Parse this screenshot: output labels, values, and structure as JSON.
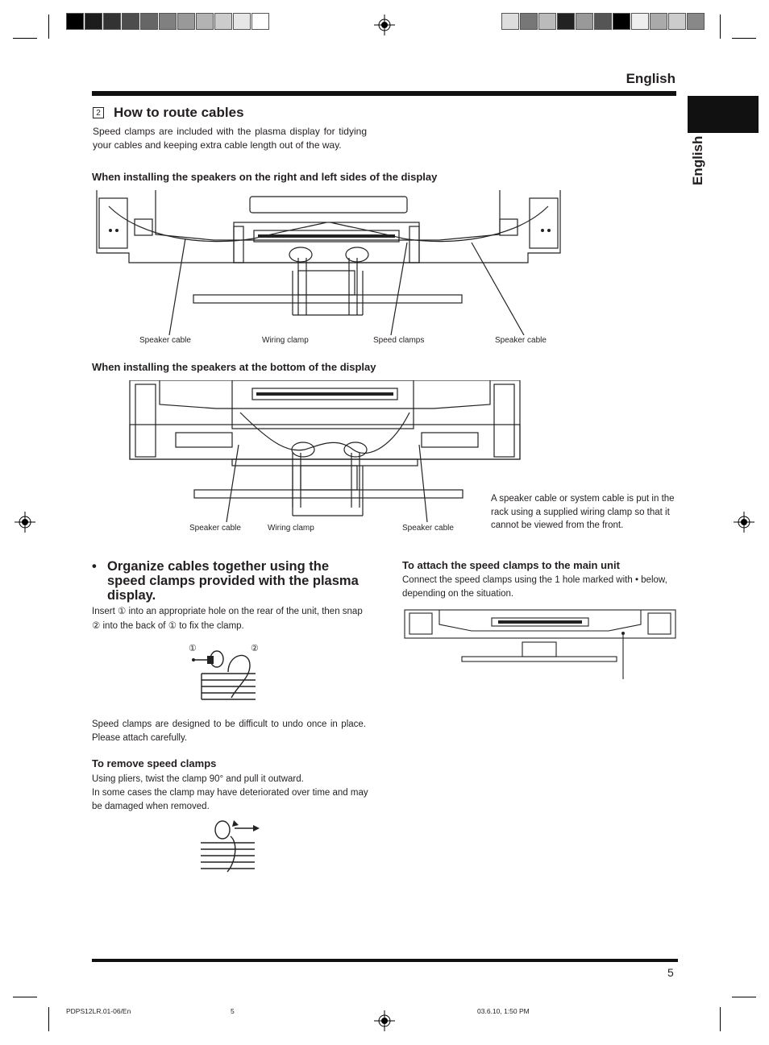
{
  "header": {
    "language": "English"
  },
  "side_tab": {
    "language": "English"
  },
  "section": {
    "number": "2",
    "title": "How to route cables",
    "intro": "Speed clamps are included with the plasma display for tidying your cables and keeping extra cable length out of the way."
  },
  "figure1": {
    "heading": "When installing the speakers on the right and left sides of the display",
    "labels": [
      "Speaker cable",
      "Wiring clamp",
      "Speed clamps",
      "Speaker cable"
    ]
  },
  "figure2": {
    "heading": "When installing the speakers at the bottom of the display",
    "labels": [
      "Speaker cable",
      "Wiring clamp",
      "Speaker cable"
    ],
    "note": "A speaker cable or system cable is put in the rack using a supplied wiring clamp so that it cannot be viewed from the front."
  },
  "organize": {
    "bullet": "•",
    "title": "Organize cables together using the speed clamps provided with the plasma display.",
    "insert_text": "Insert ① into an appropriate hole on the rear of the unit, then snap ② into the back of ① to fix the clamp.",
    "fig_label_1": "①",
    "fig_label_2": "②",
    "caution": "Speed clamps are designed to be difficult to undo once in place. Please attach carefully."
  },
  "remove": {
    "heading": "To remove speed clamps",
    "line1": "Using pliers, twist the clamp 90° and pull it outward.",
    "line2": "In some cases the clamp may have deteriorated over time and may be damaged when removed."
  },
  "attach": {
    "heading": "To attach the speed clamps to the main unit",
    "text": "Connect the speed clamps using the 1 hole marked with • below, depending on the situation."
  },
  "footer": {
    "page": "5",
    "doc_id": "PDPS12LR.01-06/En",
    "center_page": "5",
    "timestamp": "03.6.10, 1:50 PM"
  },
  "colors": {
    "ink": "#231f20",
    "black": "#111111"
  }
}
